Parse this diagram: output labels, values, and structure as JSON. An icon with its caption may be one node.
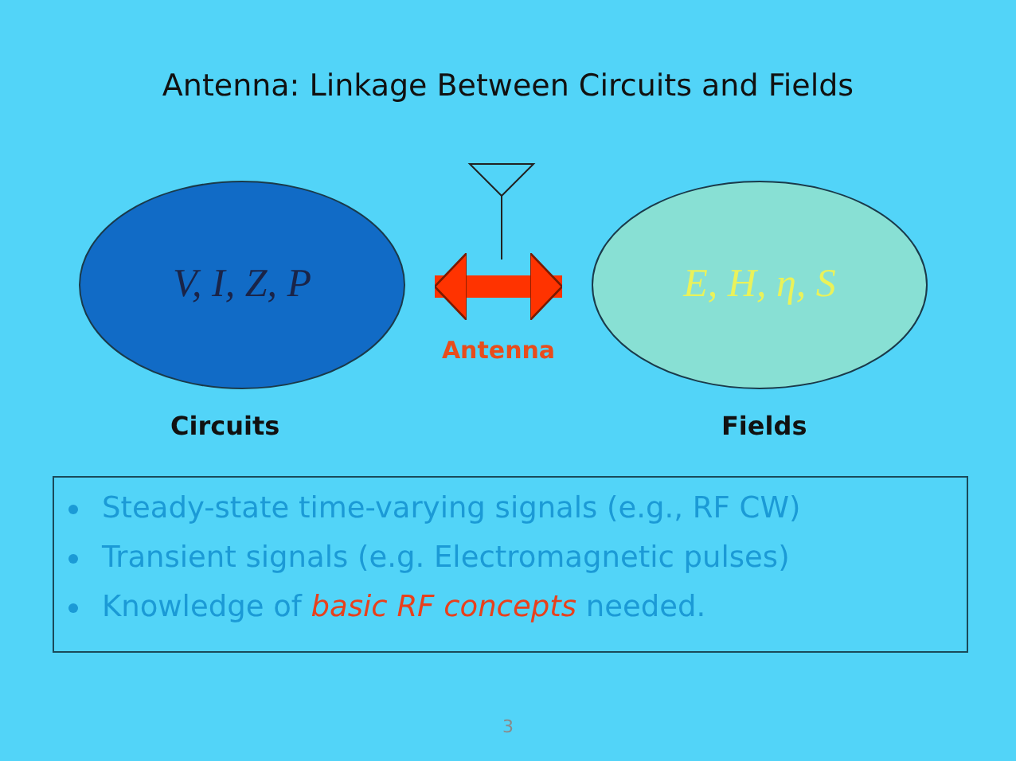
{
  "diagram": {
    "title": "Antenna: Linkage Between Circuits and Fields",
    "nodes": [
      {
        "text": [
          "V, I, Z, P"
        ],
        "beside": [
          "Circuits"
        ]
      },
      {
        "text": [
          "E, H, η, S"
        ],
        "beside": [
          "Fields"
        ]
      },
      {
        "text": [
          "Steady-state time-varying signals (e.g., RF CW)",
          "Transient signals (e.g. Electromagnetic pulses)",
          "Knowledge of *basic RF concepts* needed."
        ]
      }
    ],
    "edges": [
      {
        "from": 0,
        "to": 1,
        "arrow": "both",
        "label": "Antenna",
        "color": "#ff3300"
      }
    ],
    "labels": [
      "3"
    ]
  }
}
